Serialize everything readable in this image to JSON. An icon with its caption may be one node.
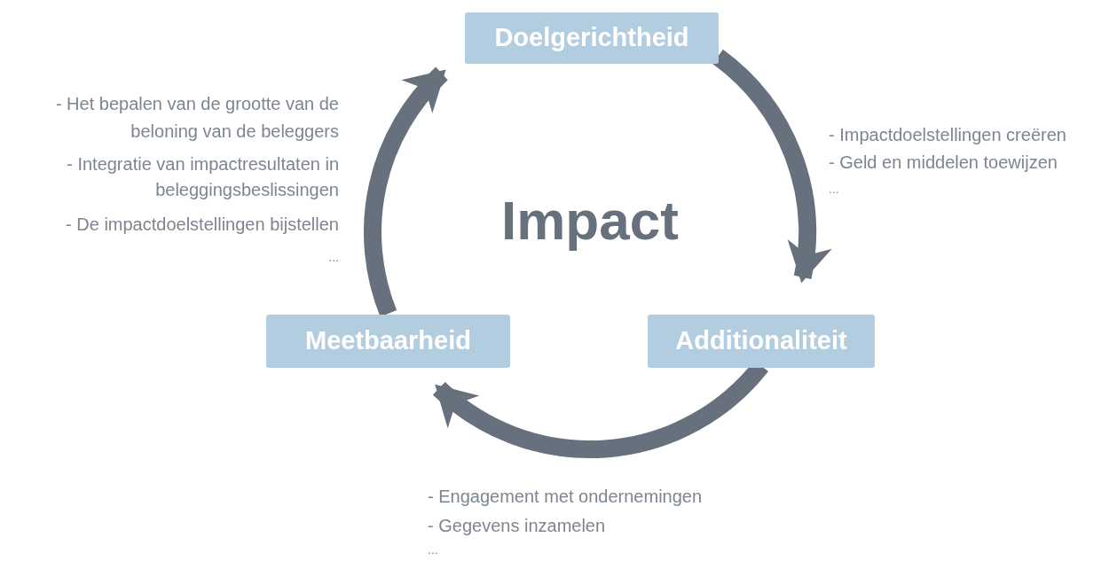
{
  "diagram": {
    "nodes": [
      {
        "text": [
          "Doelgerichtheid"
        ]
      },
      {
        "text": [
          "Additionaliteit"
        ]
      },
      {
        "text": [
          "Meetbaarheid"
        ]
      }
    ],
    "edges": [
      {
        "from": 0,
        "to": 1,
        "arrow": "to"
      },
      {
        "from": 1,
        "to": 2,
        "arrow": "to"
      },
      {
        "from": 2,
        "to": 0,
        "arrow": "to"
      }
    ],
    "labels": [
      "- Het bepalen van de grootte van de beloning van de beleggers",
      "- Integratie van impactresultaten in beleggingsbeslissingen",
      "- De impactdoelstellingen bijstellen",
      "...",
      "Impact",
      "- Impactdoelstellingen creëren",
      "- Geld en middelen toewijzen",
      "...",
      "- Engagement met ondernemingen",
      "- Gegevens inzamelen",
      "..."
    ]
  }
}
